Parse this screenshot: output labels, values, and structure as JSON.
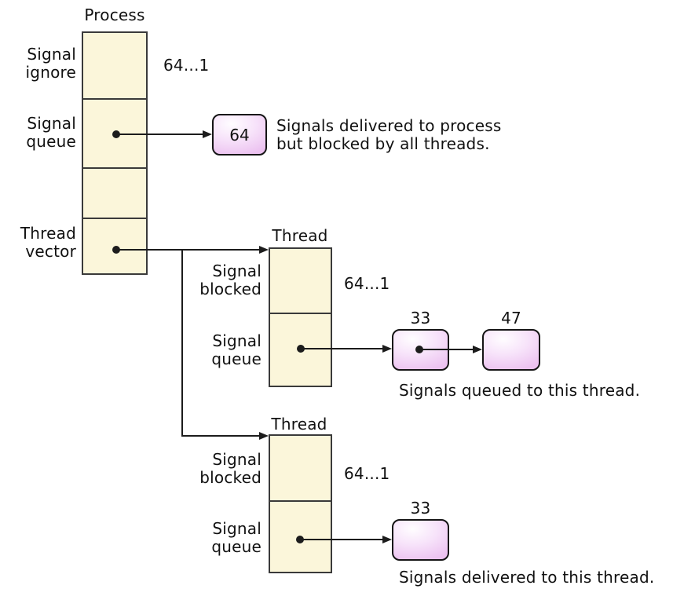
{
  "colors": {
    "background": "#ffffff",
    "text": "#111111",
    "cell-fill": "#fbf6da",
    "cell-border": "#3a3a3a",
    "signal-border": "#151515",
    "signal-fill-inner": "#fffdff",
    "signal-fill-mid": "#f7e3fa",
    "signal-fill-outer": "#ecc2f0",
    "line": "#1c1c1c"
  },
  "process": {
    "title": "Process",
    "bitmask_label": "64...1",
    "cells": [
      {
        "label": "Signal\nignore"
      },
      {
        "label": "Signal\nqueue"
      },
      {
        "label": ""
      },
      {
        "label": "Thread\nvector"
      }
    ],
    "pending_signal": {
      "value": "64"
    },
    "caption": "Signals delivered to process\nbut blocked by all threads."
  },
  "threads": [
    {
      "title": "Thread",
      "bitmask_label": "64...1",
      "cells": [
        {
          "label": "Signal\nblocked"
        },
        {
          "label": "Signal\nqueue"
        }
      ],
      "signals": [
        {
          "value": "33"
        },
        {
          "value": "47"
        }
      ],
      "caption": "Signals queued to this thread."
    },
    {
      "title": "Thread",
      "bitmask_label": "64...1",
      "cells": [
        {
          "label": "Signal\nblocked"
        },
        {
          "label": "Signal\nqueue"
        }
      ],
      "signals": [
        {
          "value": "33"
        }
      ],
      "caption": "Signals delivered to this thread."
    }
  ]
}
